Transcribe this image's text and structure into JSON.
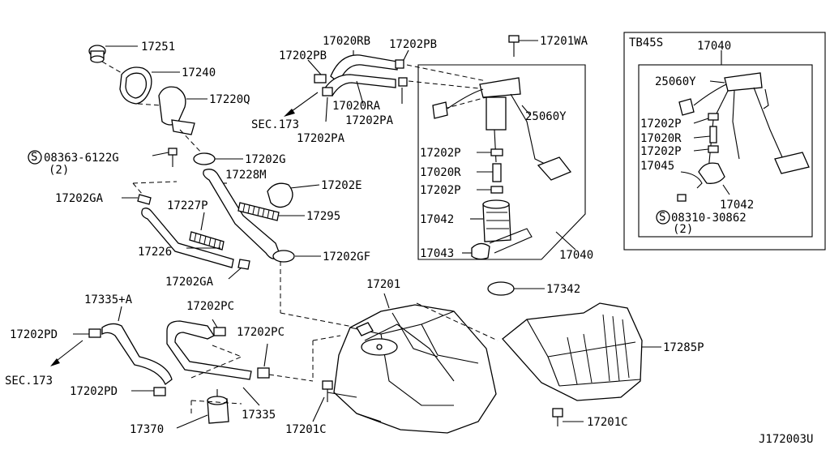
{
  "diagram_code": "J172003U",
  "inset_title": "TB45S",
  "labels": {
    "p17251": "17251",
    "p17240": "17240",
    "p17220Q": "17220Q",
    "p08363": "08363-6122G",
    "p08363_qty": "(2)",
    "p17202G": "17202G",
    "p17228M": "17228M",
    "p17202E": "17202E",
    "p17295": "17295",
    "p17202GA_a": "17202GA",
    "p17227P": "17227P",
    "p17226": "17226",
    "p17202GF": "17202GF",
    "p17202GA_b": "17202GA",
    "p17335A": "17335+A",
    "p17202PC_a": "17202PC",
    "p17202PC_b": "17202PC",
    "p17202PD_a": "17202PD",
    "sec173_a": "SEC.173",
    "p17202PD_b": "17202PD",
    "p17370": "17370",
    "p17335": "17335",
    "p17201C_a": "17201C",
    "p17201": "17201",
    "p17020RB": "17020RB",
    "p17202PB_a": "17202PB",
    "p17202PB_b": "17202PB",
    "p17201WA": "17201WA",
    "sec173_b": "SEC.173",
    "p17020RA": "17020RA",
    "p17202PA_a": "17202PA",
    "p17202PA_b": "17202PA",
    "p25060Y": "25060Y",
    "p17202P_a": "17202P",
    "p17020R": "17020R",
    "p17202P_b": "17202P",
    "p17042": "17042",
    "p17043": "17043",
    "p17040_a": "17040",
    "p17342": "17342",
    "p17285P": "17285P",
    "p17201C_b": "17201C",
    "i17040": "17040",
    "i25060Y": "25060Y",
    "i17202P_a": "17202P",
    "i17020R": "17020R",
    "i17202P_b": "17202P",
    "i17045": "17045",
    "i17042": "17042",
    "i08310": "08310-30862",
    "i08310_qty": "(2)",
    "symbol_s": "S"
  }
}
